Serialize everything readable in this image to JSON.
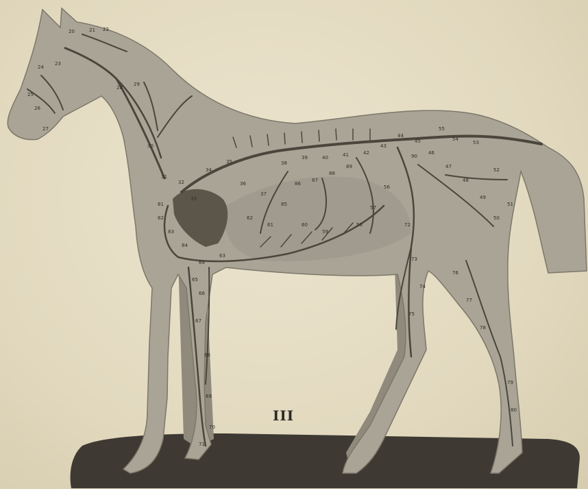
{
  "plate": {
    "number": "III"
  },
  "colors": {
    "paper": "#e4dcc4",
    "horse_body": "#a9a496",
    "horse_shadow": "#8f8a7c",
    "vessels": "#4a463c",
    "heart": "#5c564a",
    "stand": "#3e3a33"
  },
  "callout_numbers": [
    "20",
    "21",
    "22",
    "23",
    "24",
    "25",
    "26",
    "27",
    "28",
    "29",
    "30",
    "31",
    "32",
    "33",
    "34",
    "35",
    "36",
    "37",
    "38",
    "39",
    "40",
    "41",
    "42",
    "43",
    "44",
    "45",
    "46",
    "47",
    "48",
    "49",
    "50",
    "51",
    "52",
    "53",
    "54",
    "55",
    "56",
    "57",
    "58",
    "59",
    "60",
    "61",
    "62",
    "63",
    "64",
    "65",
    "66",
    "67",
    "68",
    "69",
    "70",
    "71",
    "72",
    "73",
    "74",
    "75",
    "76",
    "77",
    "78",
    "79",
    "80",
    "81",
    "82",
    "83",
    "84",
    "85",
    "86",
    "87",
    "88",
    "89",
    "90"
  ]
}
